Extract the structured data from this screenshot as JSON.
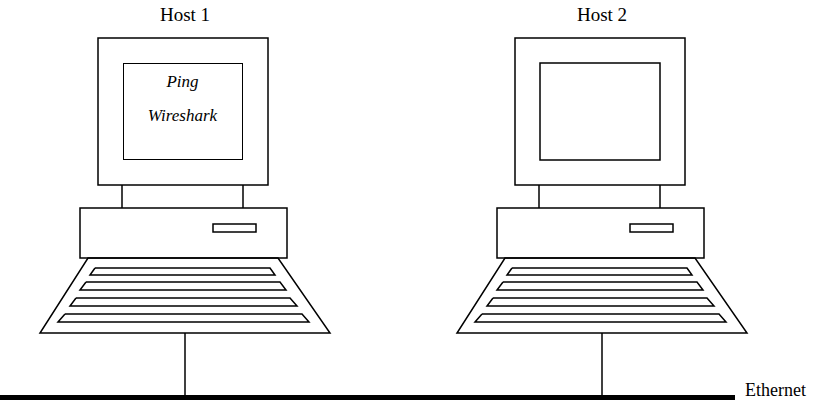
{
  "diagram": {
    "nodes": [
      {
        "text": [
          "Host 1"
        ]
      },
      {
        "text": [
          "Ping",
          "Wireshark"
        ],
        "in": 0
      },
      {
        "text": [
          "Host 2"
        ]
      },
      {
        "text": [
          "Ethernet"
        ]
      }
    ],
    "edges": [
      {
        "from": 0,
        "to": 3,
        "arrow": "none"
      },
      {
        "from": 2,
        "to": 3,
        "arrow": "none"
      }
    ]
  }
}
